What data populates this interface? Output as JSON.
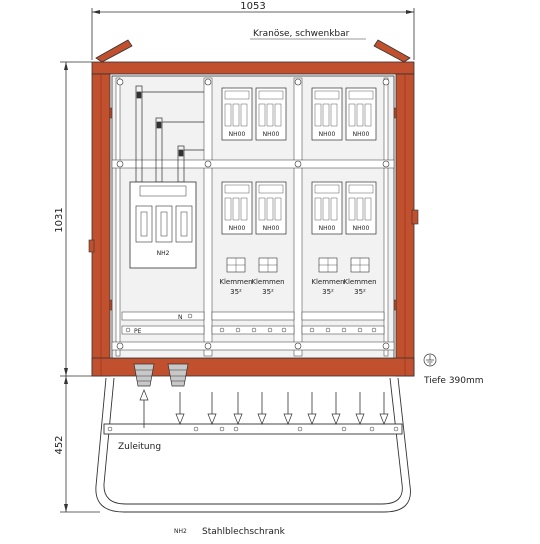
{
  "dimensions": {
    "width": "1053",
    "height_cabinet": "1031",
    "height_base": "452"
  },
  "labels": {
    "crane_eyes": "Kranöse, schwenkbar",
    "depth": "Tiefe 390mm",
    "feed_in": "Zuleitung",
    "caption_code": "NH2",
    "caption": "Stahlblechschrank"
  },
  "panel": {
    "main_fuse": "NH2",
    "fuse_label": "NH00",
    "terminal_label": "Klemmen",
    "terminal_size": "35²",
    "pe_label": "PE",
    "n_label": "N"
  },
  "colors": {
    "housing": "#c1502e",
    "housing_dark": "#8e3318",
    "line": "#333333",
    "panel_fill": "#f2f2f2"
  },
  "outputs_count_label": "",
  "icons": [
    "ground-symbol-icon",
    "arrow-up-icon",
    "arrow-down-icon"
  ]
}
